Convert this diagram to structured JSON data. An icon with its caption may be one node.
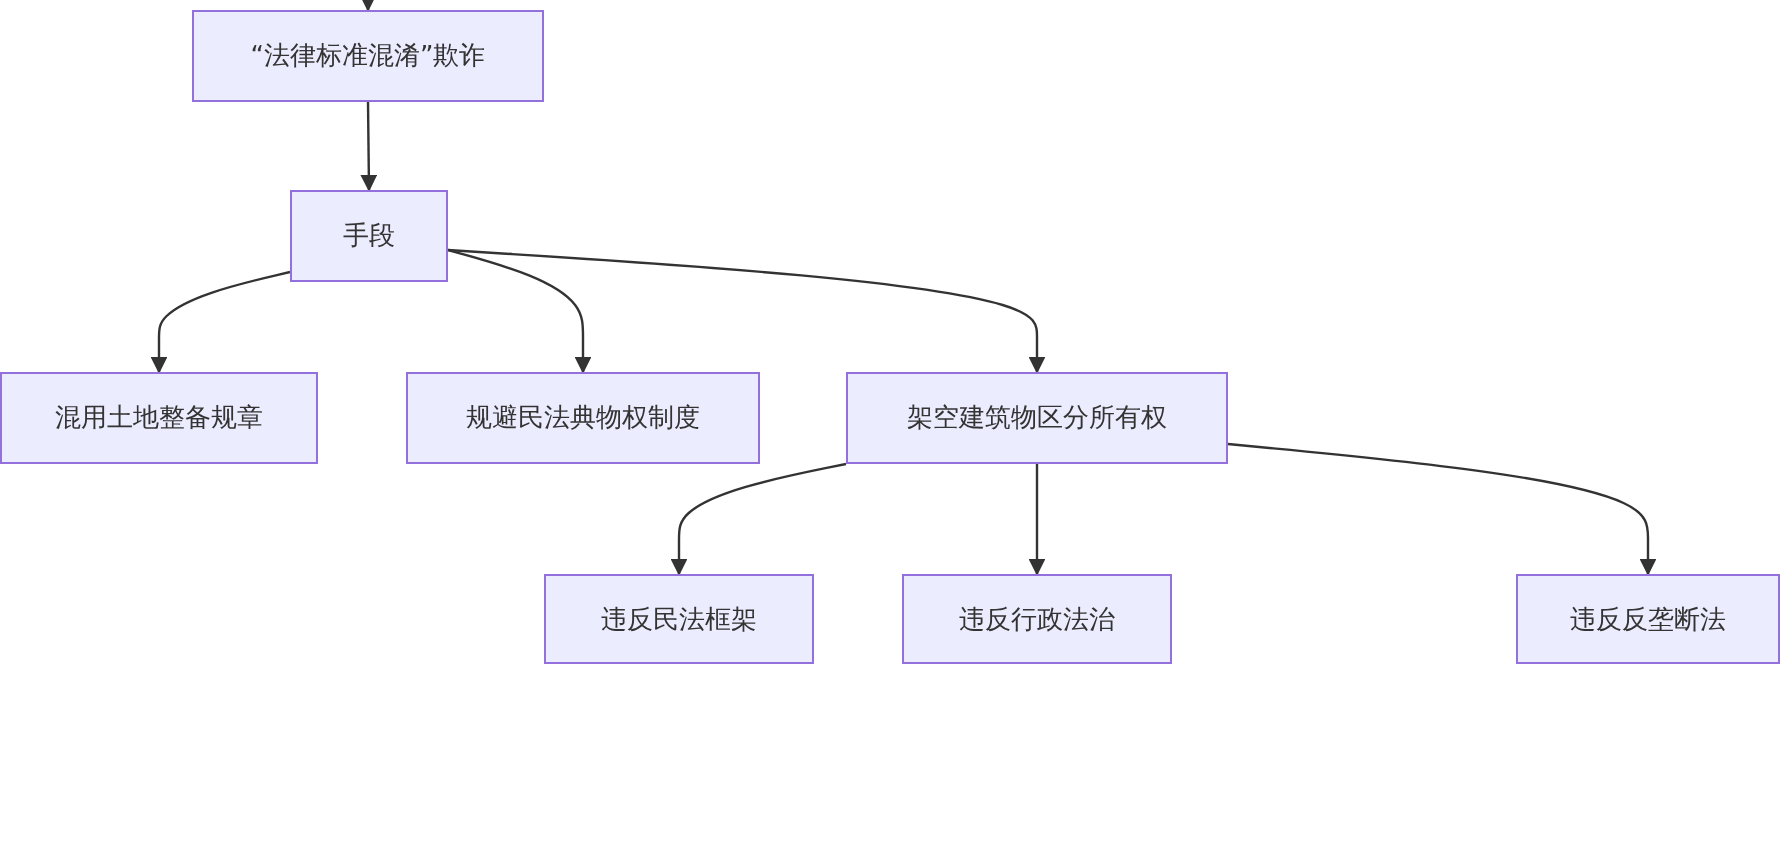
{
  "diagram": {
    "nodes": [
      {
        "text": [
          "“法律标准混淆”欺诈"
        ]
      },
      {
        "text": [
          "手段"
        ]
      },
      {
        "text": [
          "混用土地整备规章"
        ]
      },
      {
        "text": [
          "规避民法典物权制度"
        ]
      },
      {
        "text": [
          "架空建筑物区分所有权"
        ]
      },
      {
        "text": [
          "违反民法框架"
        ]
      },
      {
        "text": [
          "违反行政法治"
        ]
      },
      {
        "text": [
          "违反反垄断法"
        ]
      }
    ],
    "edges": [
      {
        "from": null,
        "to": 0,
        "arrow": "to"
      },
      {
        "from": 0,
        "to": 1,
        "arrow": "to"
      },
      {
        "from": 1,
        "to": 2,
        "arrow": "to"
      },
      {
        "from": 1,
        "to": 3,
        "arrow": "to"
      },
      {
        "from": 1,
        "to": 4,
        "arrow": "to"
      },
      {
        "from": 4,
        "to": 5,
        "arrow": "to"
      },
      {
        "from": 4,
        "to": 6,
        "arrow": "to"
      },
      {
        "from": 4,
        "to": 7,
        "arrow": "to"
      }
    ]
  }
}
